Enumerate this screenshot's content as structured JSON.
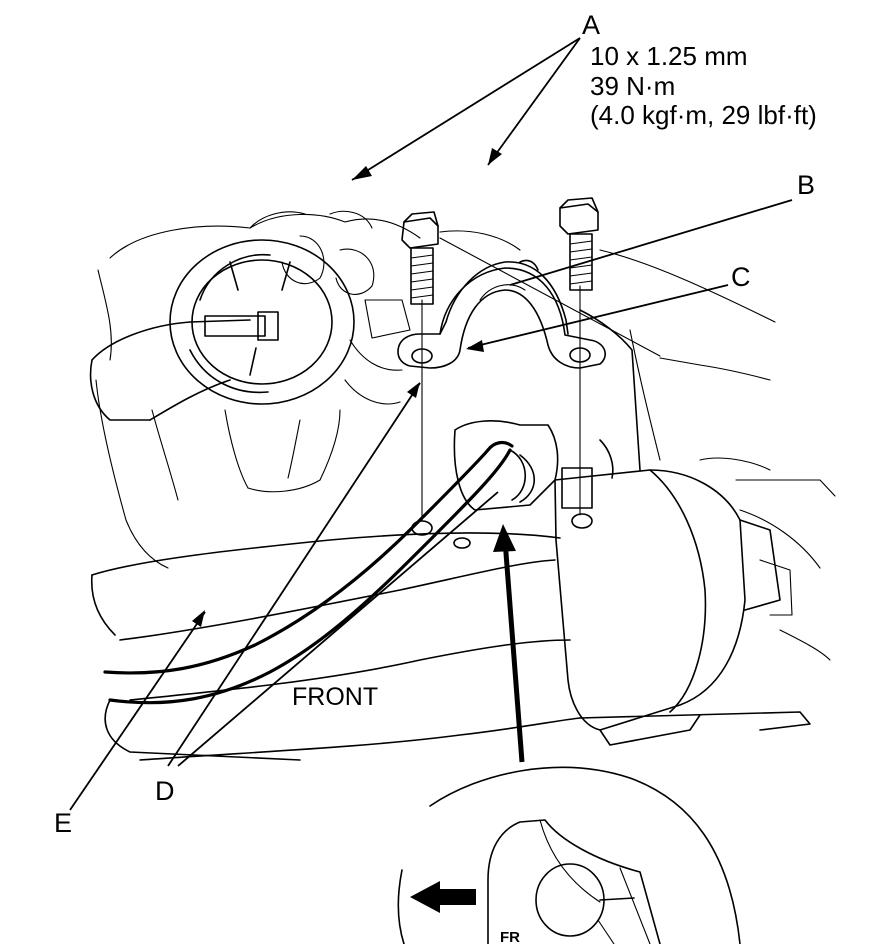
{
  "labels": {
    "a": "A",
    "b": "B",
    "c": "C",
    "d": "D",
    "e": "E"
  },
  "bolt_spec": {
    "size": "10 x 1.25 mm",
    "torque_nm": "39 N·m",
    "torque_alt": "(4.0 kgf·m, 29 lbf·ft)"
  },
  "direction_text": "FRONT",
  "detail_mark": "FR"
}
